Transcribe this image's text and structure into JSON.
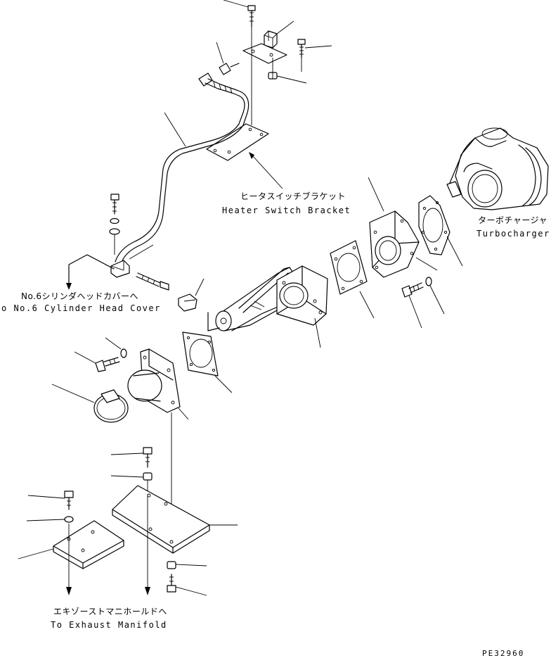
{
  "labels": {
    "bracket_jp": "ヒータスイッチブラケット",
    "bracket_en": "Heater Switch Bracket",
    "turbo_jp": "ターボチャージャ",
    "turbo_en": "Turbocharger",
    "cyl_jp": "No.6シリンダヘッドカバーへ",
    "cyl_en": "o No.6 Cylinder Head Cover",
    "exh_jp": "エキゾーストマニホールドへ",
    "exh_en": "To Exhaust Manifold",
    "drawing_code": "PE32960"
  }
}
